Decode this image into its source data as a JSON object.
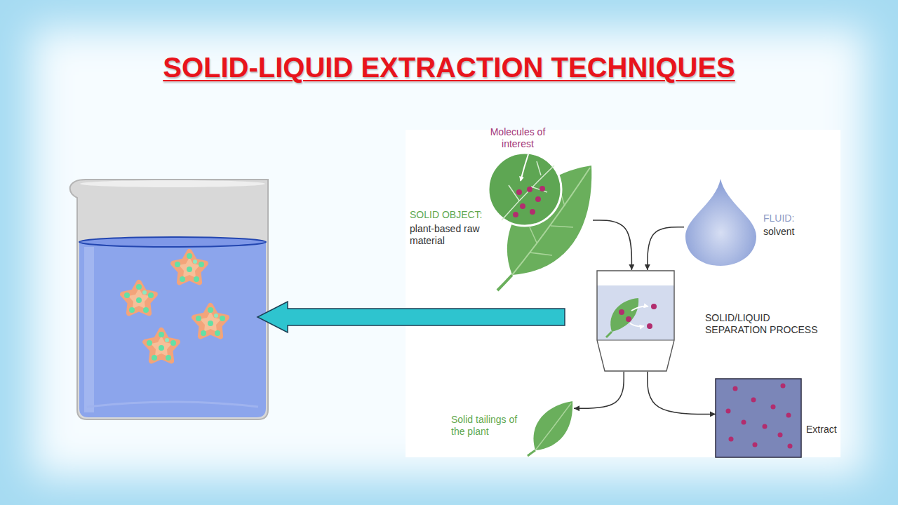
{
  "diagram": {
    "title": "SOLID-LIQUID EXTRACTION TECHNIQUES",
    "nodes": [
      {
        "text": [
          "SOLID OBJECT:",
          "plant-based raw material"
        ]
      },
      {
        "text": [
          "FLUID:",
          "solvent"
        ]
      },
      {
        "text": [
          "SOLID/LIQUID SEPARATION PROCESS"
        ]
      },
      {
        "text": [
          "Solid tailings of the plant"
        ]
      },
      {
        "text": [
          "Extract"
        ]
      }
    ],
    "edges": [
      {
        "from": 0,
        "to": 2,
        "arrow": "to"
      },
      {
        "from": 1,
        "to": 2,
        "arrow": "to"
      },
      {
        "from": 2,
        "to": 3,
        "arrow": "to"
      },
      {
        "from": 2,
        "to": 4,
        "arrow": "to"
      }
    ],
    "labels": [
      "Molecules of interest"
    ]
  }
}
